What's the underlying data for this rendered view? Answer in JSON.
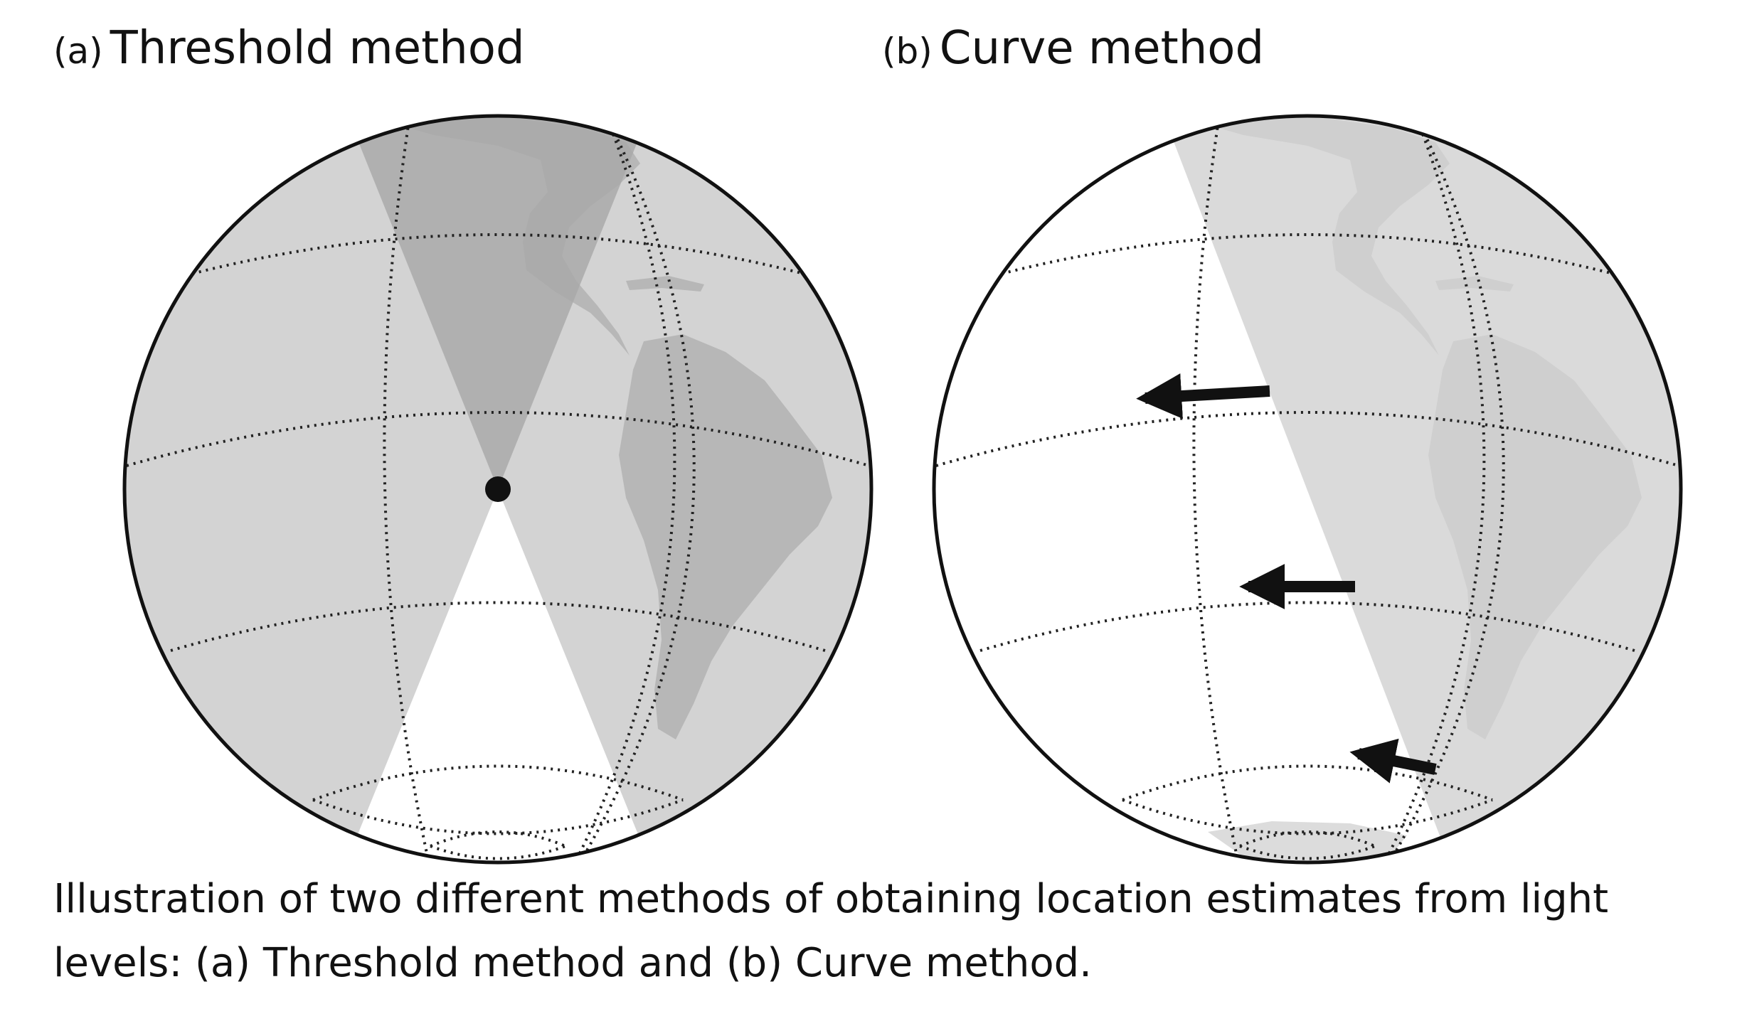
{
  "panels": [
    {
      "tag": "(a)",
      "title": "Threshold method"
    },
    {
      "tag": "(b)",
      "title": "Curve method"
    }
  ],
  "caption": "Illustration of two different methods of obtaining location estimates from light levels: (a) Threshold method and (b) Curve method.",
  "colors": {
    "night": "#d3d3d3",
    "day": "#ffffff",
    "overlap": "#a9a9a9",
    "land": "#b7b7b7",
    "outline": "#111111"
  }
}
